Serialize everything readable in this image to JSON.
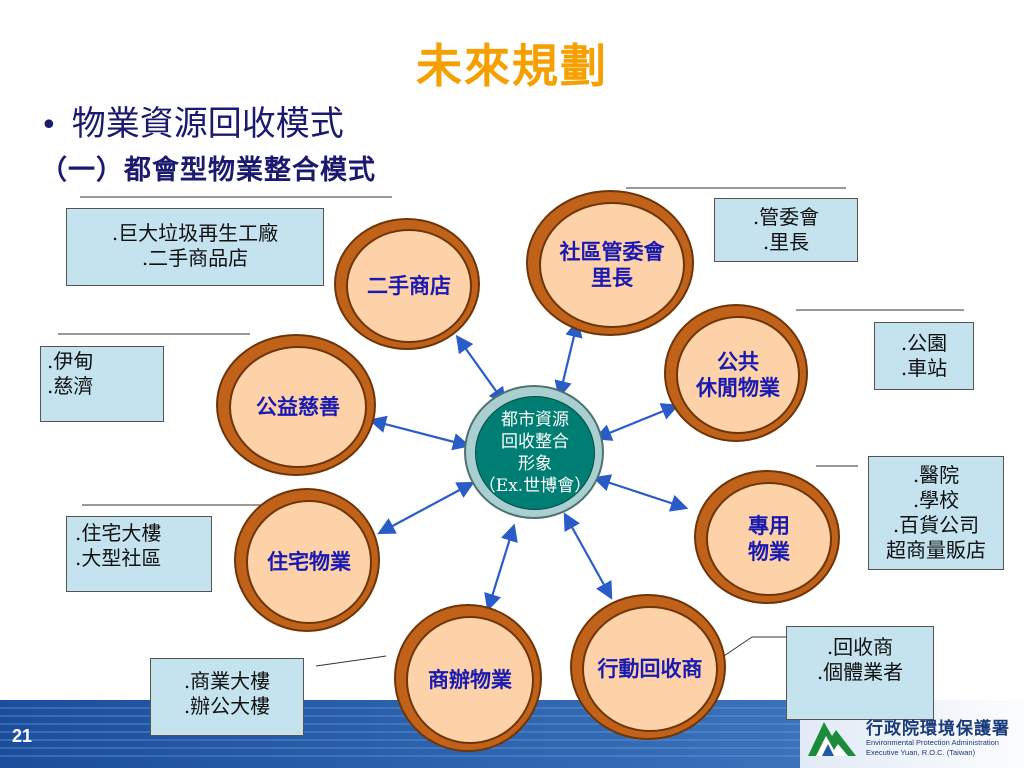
{
  "title": "未來規劃",
  "bullet": "物業資源回收模式",
  "subtitle": "（一）都會型物業整合模式",
  "hub": {
    "line1": "都市資源",
    "line2": "回收整合",
    "line3": "形象",
    "line4": "（Ex.世博會）"
  },
  "nodes": {
    "second_hand": "二手商店",
    "community": {
      "line1": "社區管委會",
      "line2": "里長"
    },
    "public": {
      "line1": "公共",
      "line2": "休閒物業"
    },
    "charity": "公益慈善",
    "dedicated": {
      "line1": "專用",
      "line2": "物業"
    },
    "residential": "住宅物業",
    "office": "商辦物業",
    "mobile": "行動回收商"
  },
  "boxes": {
    "top_left": [
      ".巨大垃圾再生工廠",
      ".二手商品店"
    ],
    "top_right": [
      ".管委會",
      ".里長"
    ],
    "left": [
      ".伊甸",
      ".慈濟"
    ],
    "right_top": [
      ".公園",
      ".車站"
    ],
    "right_mid": [
      ".醫院",
      ".學校",
      ".百貨公司",
      "超商量販店"
    ],
    "residential": [
      ".住宅大樓",
      ".大型社區"
    ],
    "office": [
      ".商業大樓",
      ".辦公大樓"
    ],
    "mobile": [
      ".回收商",
      ".個體業者"
    ]
  },
  "footer": {
    "page_number": "21",
    "org_cn": "行政院環境保護署",
    "org_en_line1": "Environmental Protection Administration",
    "org_en_line2": "Executive Yuan, R.O.C. (Taiwan)"
  },
  "colors": {
    "title": "#f5a000",
    "text_dark_blue": "#1a1a6e",
    "node_outer": "#c0621a",
    "node_inner": "#fdd2a8",
    "node_label": "#1a1ab0",
    "box_fill": "#c4e3ee",
    "hub_fill": "#007e73",
    "arrow": "#2a5cc8",
    "footer": "#1d4e9a"
  }
}
